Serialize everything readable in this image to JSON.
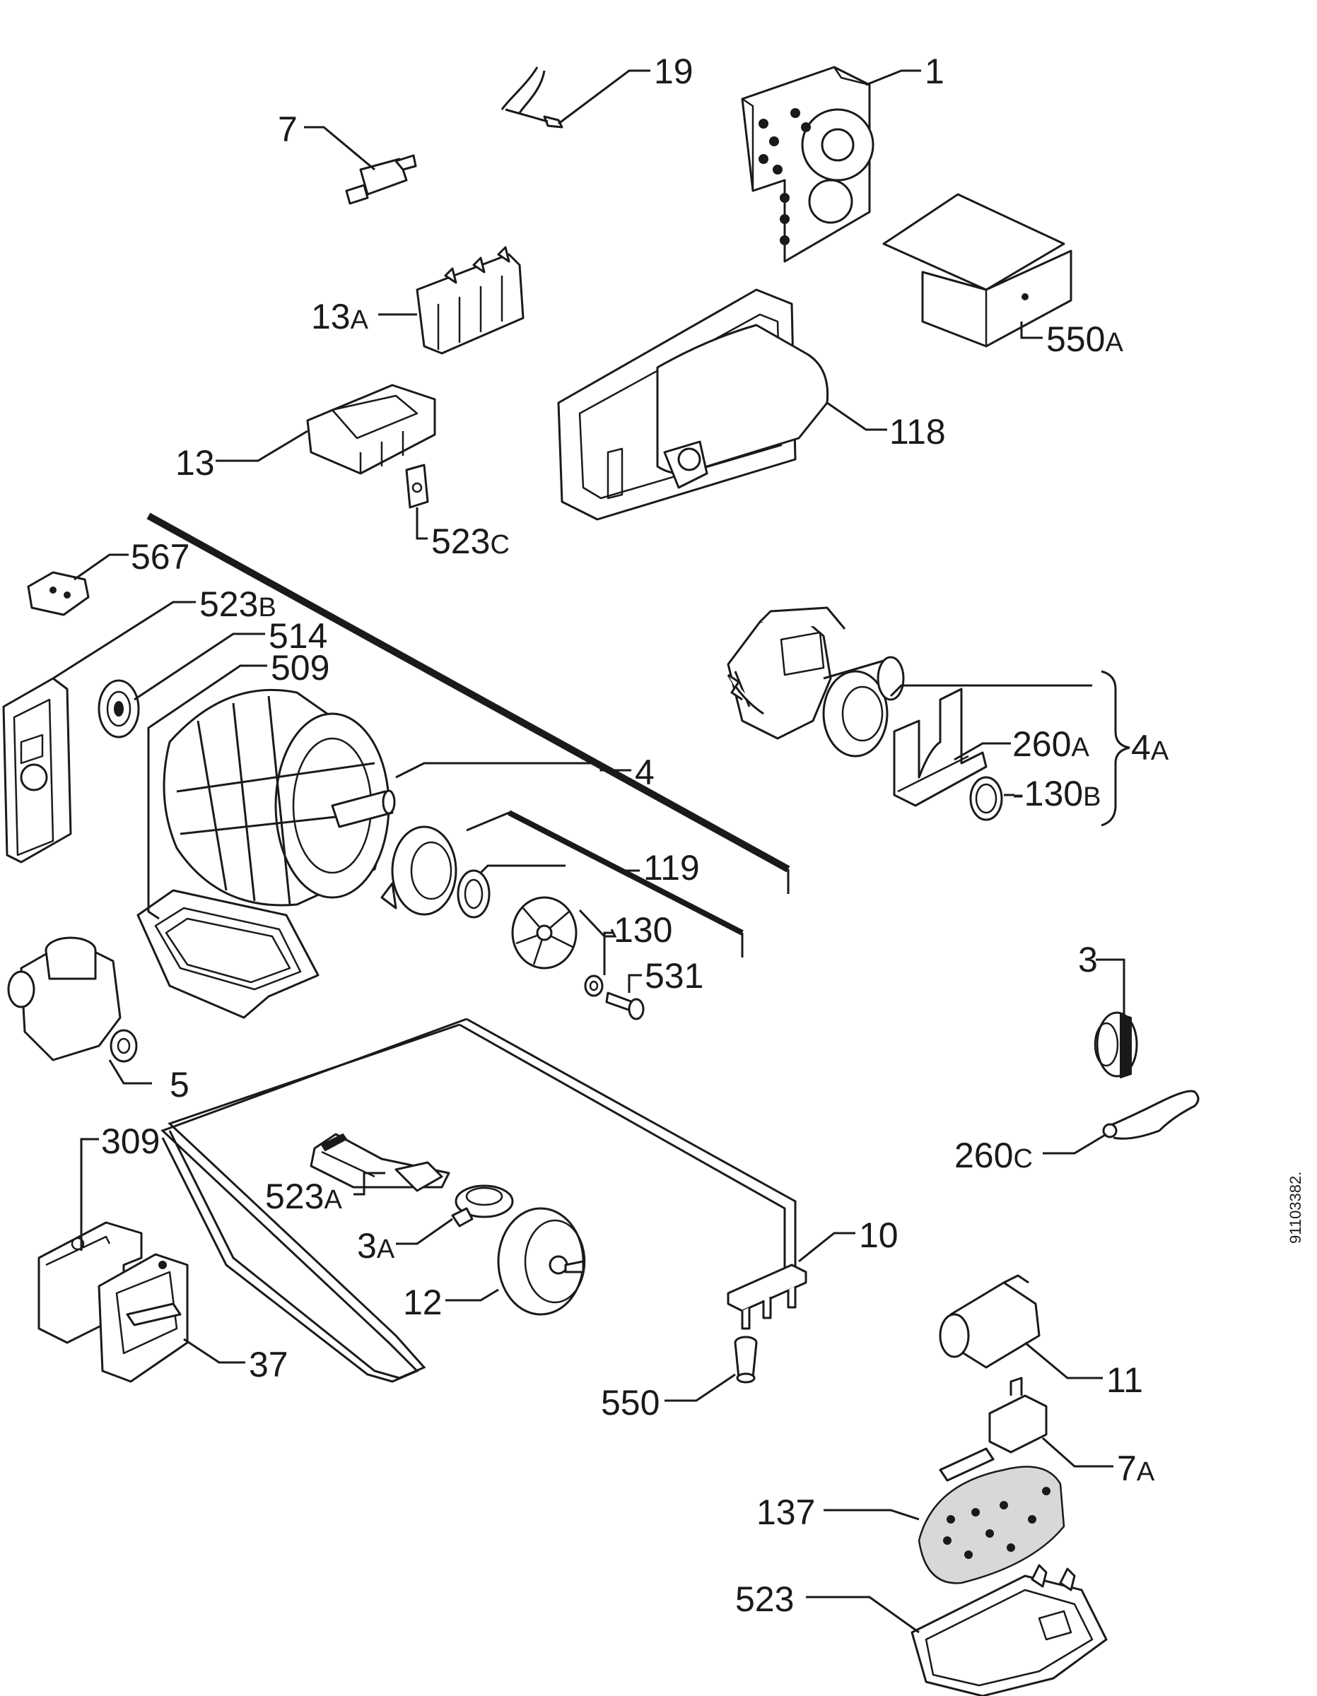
{
  "callouts": {
    "c1": "1",
    "c7": "7",
    "c19": "19",
    "c13a": "13",
    "c13a_s": "A",
    "c550a": "550",
    "c550a_s": "A",
    "c118": "118",
    "c13": "13",
    "c523c": "523",
    "c523c_s": "C",
    "c567": "567",
    "c523b": "523",
    "c523b_s": "B",
    "c514": "514",
    "c509": "509",
    "c4": "4",
    "c119": "119",
    "c130": "130",
    "c531": "531",
    "c260a": "260",
    "c260a_s": "A",
    "c4a": "4",
    "c4a_s": "A",
    "c130b": "-130",
    "c130b_s": "B",
    "c5": "5",
    "c3": "3",
    "c260c": "260",
    "c260c_s": "C",
    "c309": "309",
    "c523a": "523",
    "c523a_s": "A",
    "c3a": "3",
    "c3a_s": "A",
    "c12": "12",
    "c10": "10",
    "c37": "37",
    "c550": "550",
    "c11": "11",
    "c7a": "7",
    "c7a_s": "A",
    "c137": "137",
    "c523": "523"
  },
  "document_id": "91103382."
}
